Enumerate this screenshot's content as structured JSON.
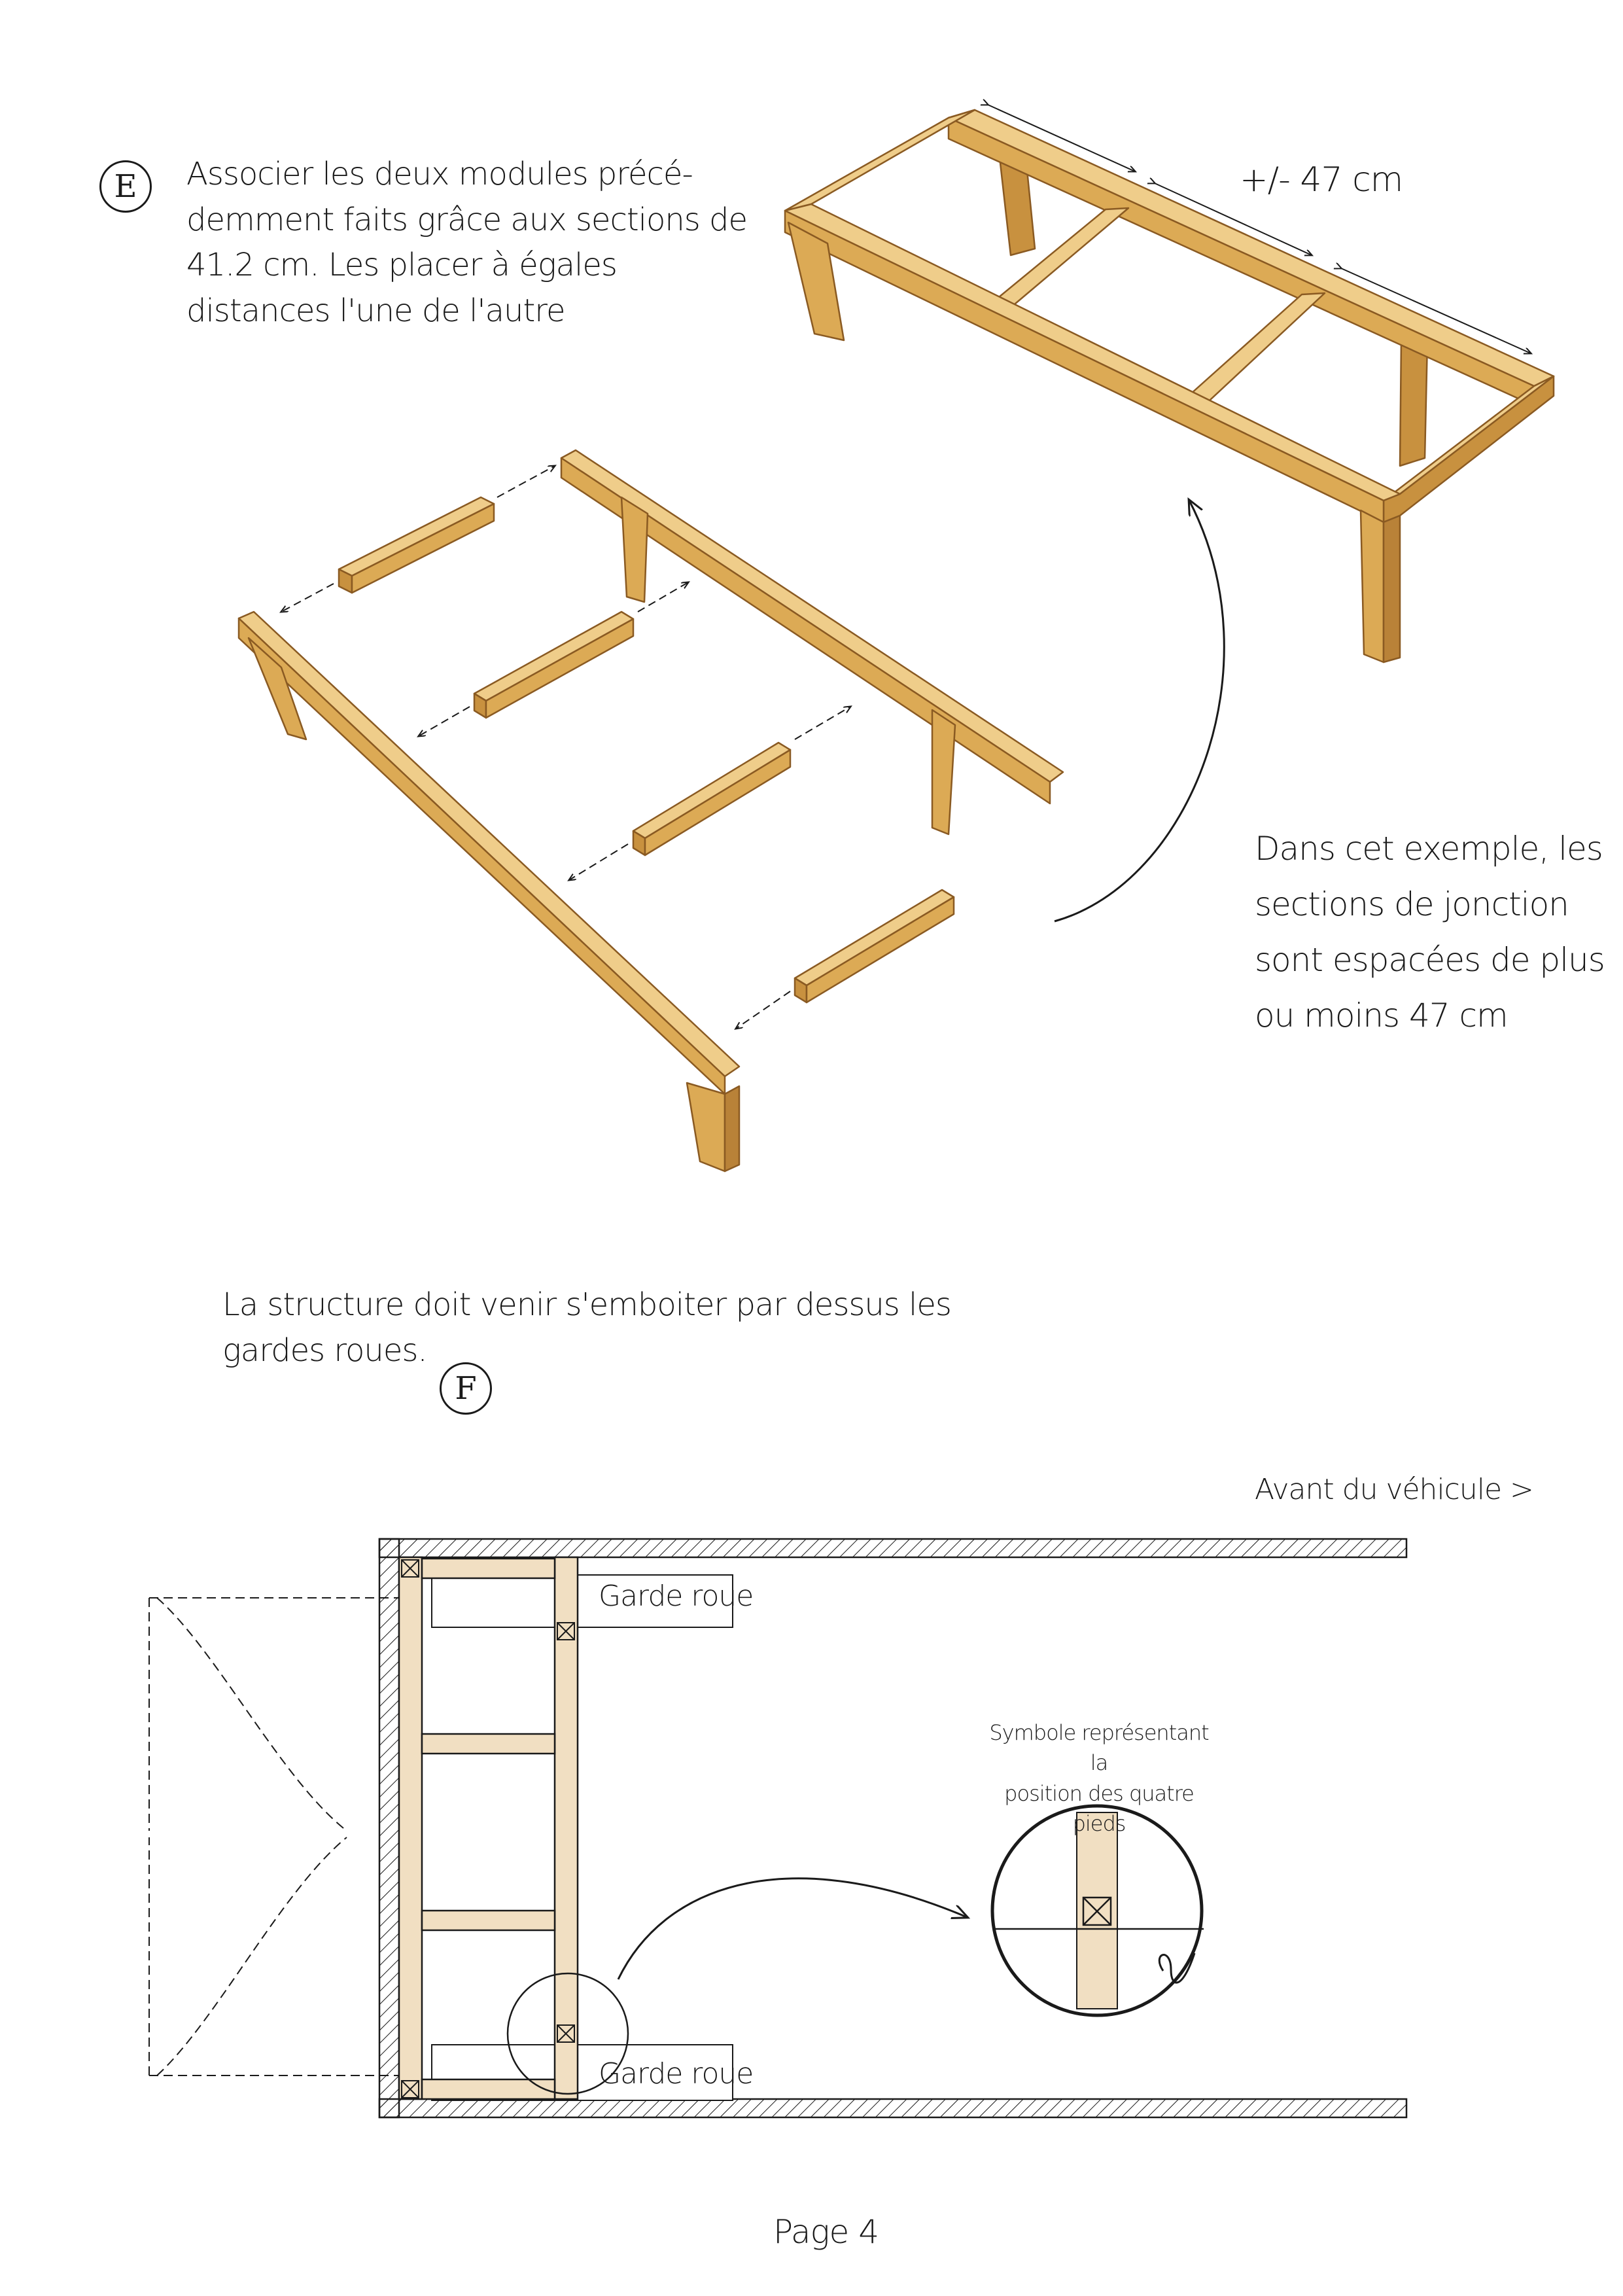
{
  "step_e": {
    "badge": "E",
    "instruction": "Associer les deux modules précé-\ndemment faits grâce aux sections de\n41.2 cm. Les placer à égales\ndistances l'une de l'autre",
    "spacing_label": "+/- 47 cm",
    "note": "Dans cet exemple, les\nsections de jonction\nsont espacées de plus\nou moins 47 cm"
  },
  "step_f": {
    "badge": "F",
    "instruction": "La structure doit venir s'emboiter par dessus les\ngardes roues.",
    "front_label": "Avant du véhicule >",
    "wheel_arch_top": "Garde roue",
    "wheel_arch_bottom": "Garde roue",
    "legend_caption": "Symbole représentant la\nposition des quatre pieds"
  },
  "footer": {
    "page_number": "Page 4"
  },
  "colors": {
    "wood": "#dcaa55",
    "wood_dark": "#b98238",
    "wood_light": "#efcd8a",
    "plan_wood": "#f1dfc2",
    "ink": "#1a1a1a"
  }
}
